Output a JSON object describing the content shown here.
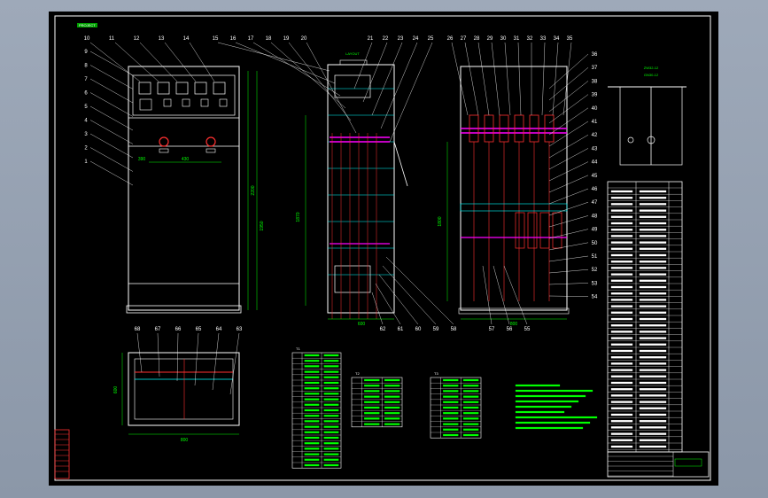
{
  "title_block_corner": "PROJECT",
  "front_view": {
    "callouts_top": [
      "10",
      "11",
      "12",
      "13",
      "14"
    ],
    "callouts_left": [
      "9",
      "8",
      "7",
      "6",
      "5",
      "4",
      "3",
      "2",
      "1"
    ],
    "dim_width": "430",
    "dim_offset": "390",
    "dim_height_1": "2200",
    "dim_height_2": "1950"
  },
  "side_view": {
    "callouts_top": [
      "15",
      "16",
      "17",
      "18",
      "19",
      "20"
    ],
    "callouts_bottom": [
      "62",
      "61",
      "60",
      "59",
      "58"
    ],
    "dim_left": "1870",
    "dim_bottom": "600",
    "header": "LAYOUT"
  },
  "mid_view": {
    "callouts_top": [
      "21",
      "22",
      "23",
      "24",
      "25"
    ]
  },
  "rear_view": {
    "callouts_top": [
      "26",
      "27",
      "28",
      "29",
      "30",
      "31",
      "32",
      "33",
      "34",
      "35"
    ],
    "callouts_right": [
      "36",
      "37",
      "38",
      "39",
      "40",
      "41",
      "42",
      "43",
      "44",
      "45",
      "46",
      "47",
      "48",
      "49",
      "50",
      "51",
      "52",
      "53",
      "54"
    ],
    "callouts_bottom": [
      "57",
      "56",
      "55"
    ],
    "dim_left": "1800",
    "dim_bottom": "800"
  },
  "plan_view": {
    "callouts_top": [
      "68",
      "67",
      "66",
      "65",
      "64",
      "63"
    ],
    "dim_width": "800",
    "dim_depth": "600"
  },
  "schematic": {
    "label_1": "ZW32-12",
    "label_2": "GN30-12"
  },
  "tables": {
    "t1_title": "T1",
    "t2_title": "T2",
    "t3_title": "T3"
  },
  "colors": {
    "sheet": "#000000",
    "frame": "#ffffff",
    "dim": "#00ff00",
    "callout": "#ffffff",
    "busbar": "#ff00ff",
    "device": "#ff3030",
    "accent": "#00ffff",
    "note": "#00ff00"
  }
}
